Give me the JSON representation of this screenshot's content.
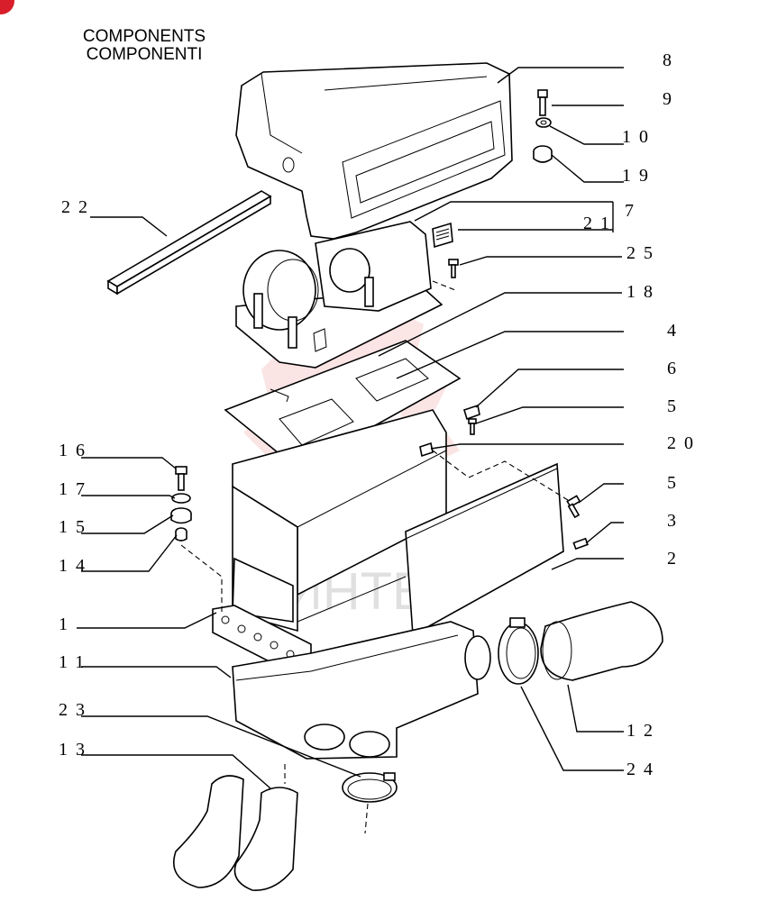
{
  "header": {
    "title_en": "COMPONENTS",
    "title_it": "COMPONENTI"
  },
  "watermark": {
    "text": "ИНТЕХ",
    "color": "#e8a0a0"
  },
  "callouts": [
    {
      "label": "8"
    },
    {
      "label": "9"
    },
    {
      "label": "10"
    },
    {
      "label": "19"
    },
    {
      "label": "22"
    },
    {
      "label": "7"
    },
    {
      "label": "21"
    },
    {
      "label": "25"
    },
    {
      "label": "18"
    },
    {
      "label": "4"
    },
    {
      "label": "6"
    },
    {
      "label": "5"
    },
    {
      "label": "20"
    },
    {
      "label": "16"
    },
    {
      "label": "5"
    },
    {
      "label": "17"
    },
    {
      "label": "15"
    },
    {
      "label": "3"
    },
    {
      "label": "14"
    },
    {
      "label": "2"
    },
    {
      "label": "1"
    },
    {
      "label": "11"
    },
    {
      "label": "12"
    },
    {
      "label": "23"
    },
    {
      "label": "13"
    },
    {
      "label": "24"
    }
  ],
  "colors": {
    "line": "#000000",
    "badge": "#d81e2a"
  }
}
